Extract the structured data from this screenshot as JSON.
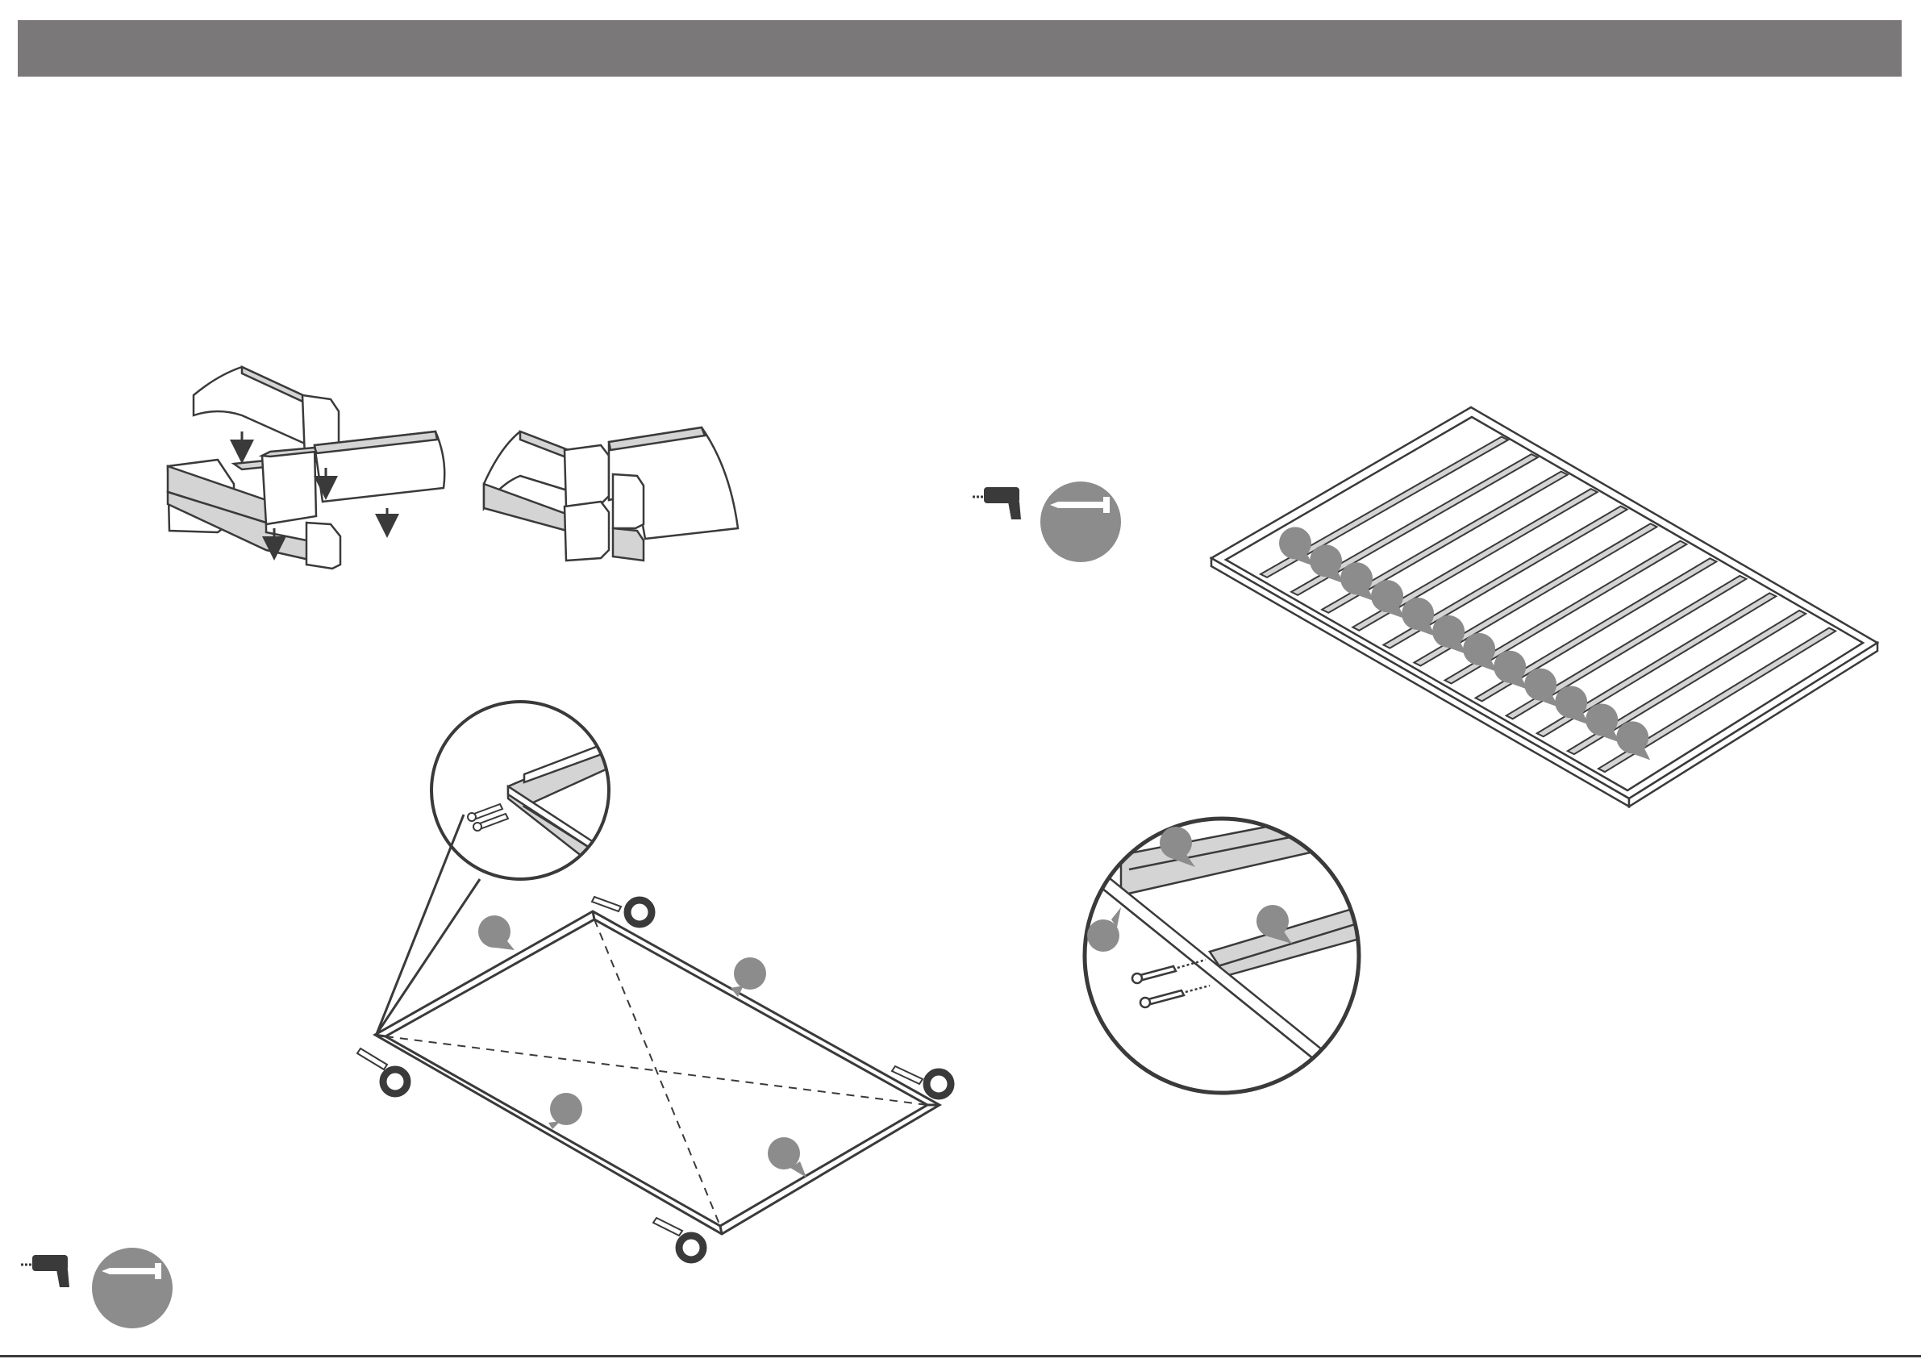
{
  "header": {
    "bar_color": "#7a7879"
  },
  "colors": {
    "ink": "#3a3a3a",
    "pale_gray": "#d4d4d4",
    "marker_gray": "#8c8c8c",
    "bg": "#ffffff"
  },
  "icons": {
    "drill": "drill-icon",
    "screw": "screw-icon",
    "washer": "washer-icon",
    "ruler": "ruler-icon",
    "callout_marker": "callout-marker"
  },
  "steps": [
    {
      "id": "interlock-boards",
      "panels": [
        "interlock-before",
        "interlock-after"
      ]
    },
    {
      "id": "frame-assembly",
      "detail": "corner-screw-detail"
    },
    {
      "id": "joist-grid",
      "joist_markers": 12
    },
    {
      "id": "joist-screw-detail",
      "markers": 3
    }
  ]
}
